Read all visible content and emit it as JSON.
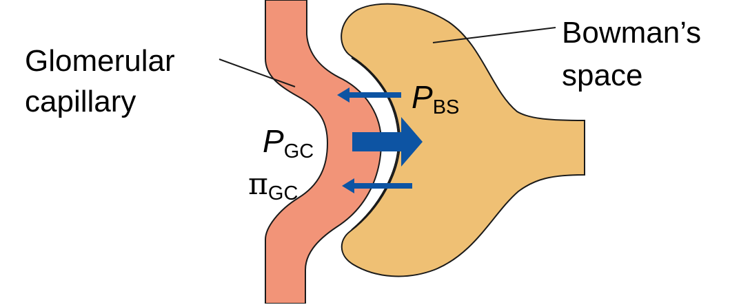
{
  "labels": {
    "glomerular_line1": "Glomerular",
    "glomerular_line2": "capillary",
    "bowman_line1": "Bowman’s",
    "bowman_line2": "space",
    "p_gc_symbol": "P",
    "p_gc_subscript": "GC",
    "pi_gc_symbol": "π",
    "pi_gc_subscript": "GC",
    "p_bs_symbol": "P",
    "p_bs_subscript": "BS"
  },
  "colors": {
    "capillary_fill": "#f29478",
    "bowman_fill": "#efc074",
    "outline": "#1a1a1a",
    "arrow": "#0d54a3",
    "text": "#000000"
  }
}
